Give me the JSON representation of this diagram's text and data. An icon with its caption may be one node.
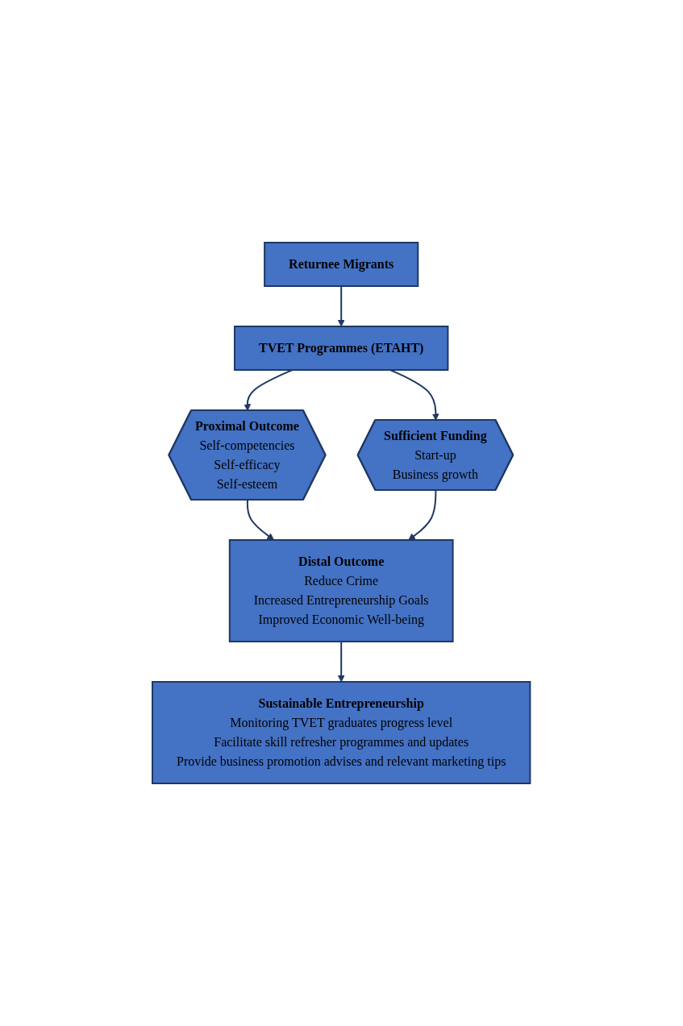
{
  "diagram": {
    "nodes": [
      {
        "text": [
          "Returnee Migrants"
        ]
      },
      {
        "text": [
          "TVET Programmes (ETAHT)"
        ]
      },
      {
        "text": [
          "Proximal Outcome",
          "Self-competencies",
          "Self-efficacy",
          "Self-esteem"
        ]
      },
      {
        "text": [
          "Sufficient Funding",
          "Start-up",
          "Business growth"
        ]
      },
      {
        "text": [
          "Distal Outcome",
          "Reduce Crime",
          "Increased Entrepreneurship Goals",
          "Improved Economic Well-being"
        ]
      },
      {
        "text": [
          "Sustainable Entrepreneurship",
          "Monitoring TVET graduates progress level",
          "Facilitate skill refresher programmes and updates",
          "Provide business promotion advises and relevant marketing tips"
        ]
      }
    ],
    "edges": [
      {
        "from": 0,
        "to": 1,
        "arrow": "to"
      },
      {
        "from": 1,
        "to": 2,
        "arrow": "to"
      },
      {
        "from": 1,
        "to": 3,
        "arrow": "to"
      },
      {
        "from": 2,
        "to": 4,
        "arrow": "to"
      },
      {
        "from": 3,
        "to": 4,
        "arrow": "to"
      },
      {
        "from": 4,
        "to": 5,
        "arrow": "to"
      }
    ]
  }
}
